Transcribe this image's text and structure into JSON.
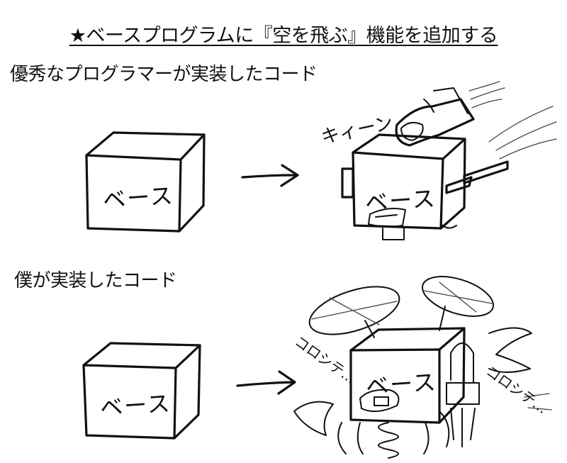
{
  "title": "★ベースプログラムに『空を飛ぶ』機能を追加する",
  "section1": {
    "caption": "優秀なプログラマーが実装したコード"
  },
  "section2": {
    "caption": "僕が実装したコード"
  },
  "box": {
    "label": "ベース"
  },
  "sfx": {
    "kiin": "キィーン",
    "koro1": "コロシテ…",
    "koro2": "コロシテ…"
  }
}
